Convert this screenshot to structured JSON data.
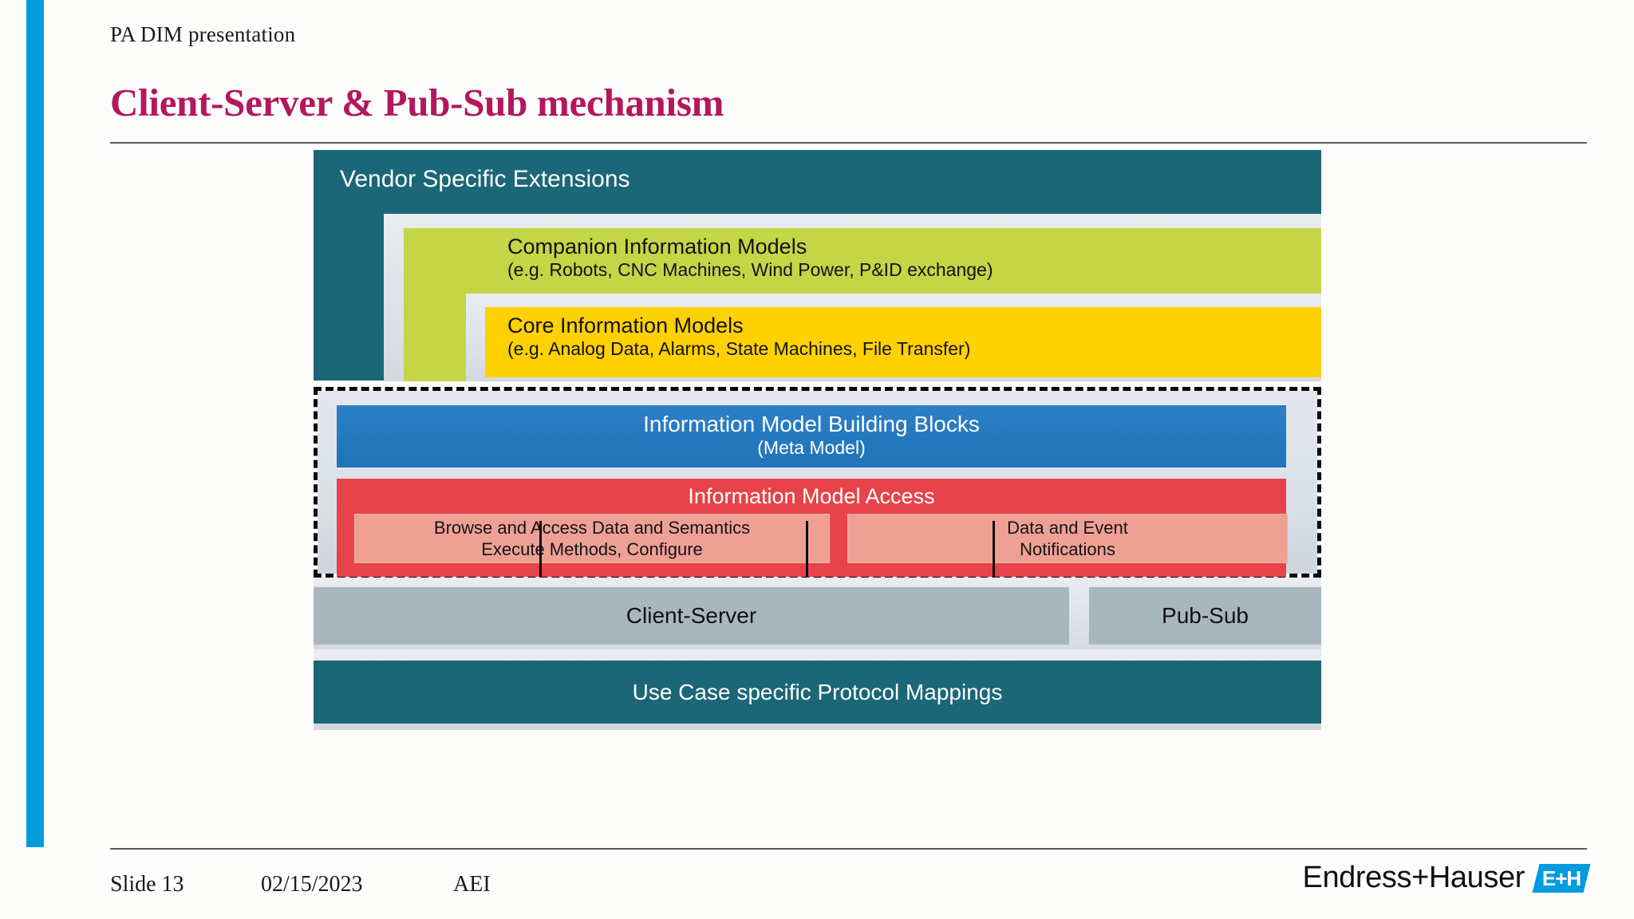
{
  "theme": {
    "accent_blue": "#039be0",
    "title_magenta": "#b4175d",
    "teal": "#1b6777",
    "green": "#c4d646",
    "yellow": "#ffd103",
    "blue": "#2173b8",
    "red": "#e8434a",
    "red_light": "#efa095",
    "grey_box": "#a8b7be"
  },
  "header": {
    "eyebrow": "PA DIM presentation",
    "title": "Client-Server & Pub-Sub mechanism"
  },
  "diagram": {
    "vendor": {
      "label": "Vendor Specific Extensions"
    },
    "companion": {
      "title": "Companion Information Models",
      "subtitle": "(e.g. Robots, CNC Machines, Wind Power, P&ID exchange)"
    },
    "core": {
      "title": "Core Information Models",
      "subtitle": "(e.g. Analog Data, Alarms, State Machines, File Transfer)"
    },
    "meta": {
      "title": "Information Model Building Blocks",
      "subtitle": "(Meta Model)"
    },
    "access": {
      "title": "Information Model Access",
      "sub_left_line1": "Browse and Access Data and Semantics",
      "sub_left_line2": "Execute Methods, Configure",
      "sub_right_line1": "Data and Event",
      "sub_right_line2": "Notifications"
    },
    "transport": {
      "client_server": "Client-Server",
      "pub_sub": "Pub-Sub"
    },
    "protocol": {
      "label": "Use Case specific Protocol Mappings"
    }
  },
  "footer": {
    "slide": "Slide 13",
    "date": "02/15/2023",
    "author": "AEI",
    "logo_word": "Endress+Hauser",
    "logo_mark": "E+H"
  }
}
